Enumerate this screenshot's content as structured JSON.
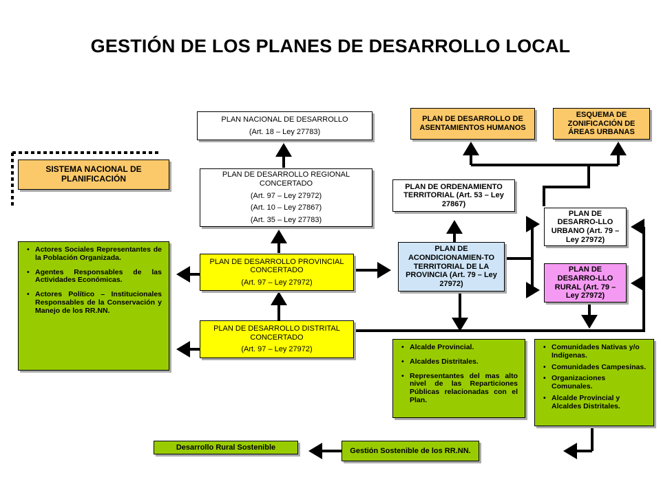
{
  "title": "GESTIÓN DE LOS PLANES DE DESARROLLO LOCAL",
  "sistema": "SISTEMA NACIONAL DE PLANIFICACIÓN",
  "plan_nacional": {
    "title": "PLAN NACIONAL  DE DESARROLLO",
    "ref": "(Art. 18 – Ley 27783)"
  },
  "plan_regional": {
    "title": "PLAN DE DESARROLLO REGIONAL CONCERTADO",
    "refs": [
      "(Art. 97 – Ley 27972)",
      "(Art. 10 – Ley 27867)",
      "(Art. 35 – Ley 27783)"
    ]
  },
  "plan_provincial": {
    "title": "PLAN DE DESARROLLO PROVINCIAL CONCERTADO",
    "ref": "(Art. 97 – Ley 27972)"
  },
  "plan_distrital": {
    "title": "PLAN DE DESARROLLO DISTRITAL CONCERTADO",
    "ref": "(Art. 97 – Ley 27972)"
  },
  "plan_asentamientos": "PLAN DE DESARROLLO DE ASENTAMIENTOS HUMANOS",
  "esquema_zonificacion": "ESQUEMA DE ZONIFICACIÓN DE ÁREAS URBANAS",
  "plan_ordenamiento": "PLAN DE ORDENAMIENTO TERRITORIAL (Art. 53 – Ley 27867)",
  "plan_acondicionamiento": "PLAN DE ACONDICIONAMIEN-TO TERRITORIAL DE LA PROVINCIA (Art. 79 – Ley 27972)",
  "plan_urbano": "PLAN DE DESARRO-LLO URBANO (Art. 79 – Ley 27972)",
  "plan_rural": "PLAN DE DESARRO-LLO RURAL (Art. 79 – Ley 27972)",
  "actores": [
    "Actores Sociales Representantes de la Población Organizada.",
    "Agentes Responsables de las Actividades Económicas.",
    "Actores Político – Institucionales Responsables de la Conservación y Manejo de los RR.NN."
  ],
  "alcaldes": [
    "Alcalde Provincial.",
    "Alcaldes Distritales.",
    "Representantes del mas alto nivel de las Reparticiones Públicas relacionadas con el Plan."
  ],
  "comunidades": [
    "Comunidades Nativas y/o Indígenas.",
    "Comunidades Campesinas.",
    "Organizaciones Comunales.",
    "Alcalde Provincial y Alcaldes Distritales."
  ],
  "desarrollo_rural": "Desarrollo Rural Sostenible",
  "gestion_rrnn": "Gestión Sostenible de los RR.NN."
}
